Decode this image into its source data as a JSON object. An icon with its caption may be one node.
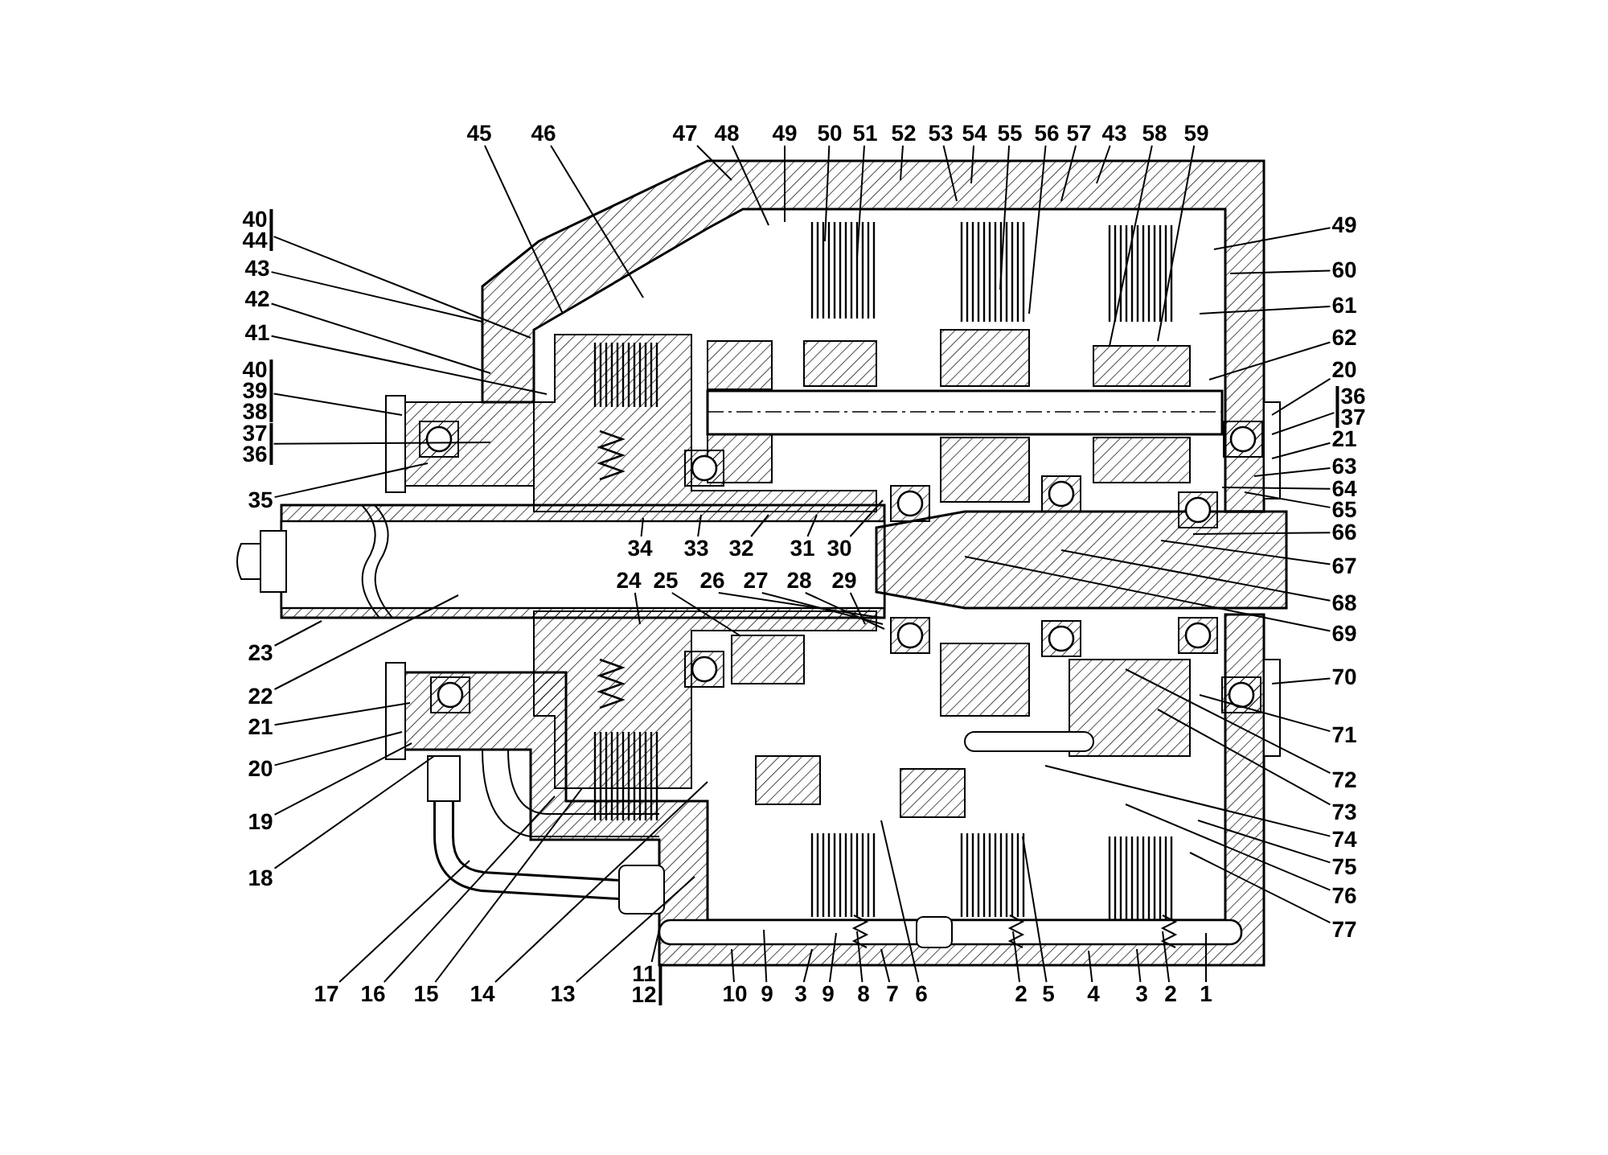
{
  "diagram": {
    "nodes": [
      {
        "text": [
          "45"
        ]
      },
      {
        "text": [
          "46"
        ]
      },
      {
        "text": [
          "47"
        ]
      },
      {
        "text": [
          "48"
        ]
      },
      {
        "text": [
          "49"
        ]
      },
      {
        "text": [
          "50"
        ]
      },
      {
        "text": [
          "51"
        ]
      },
      {
        "text": [
          "52"
        ]
      },
      {
        "text": [
          "53"
        ]
      },
      {
        "text": [
          "54"
        ]
      },
      {
        "text": [
          "55"
        ]
      },
      {
        "text": [
          "56"
        ]
      },
      {
        "text": [
          "57"
        ]
      },
      {
        "text": [
          "43"
        ]
      },
      {
        "text": [
          "58"
        ]
      },
      {
        "text": [
          "59"
        ]
      },
      {
        "text": [
          "40",
          "44"
        ]
      },
      {
        "text": [
          "43"
        ]
      },
      {
        "text": [
          "42"
        ]
      },
      {
        "text": [
          "41"
        ]
      },
      {
        "text": [
          "40",
          "39",
          "38"
        ]
      },
      {
        "text": [
          "37",
          "36"
        ]
      },
      {
        "text": [
          "35"
        ]
      },
      {
        "text": [
          "34"
        ]
      },
      {
        "text": [
          "33"
        ]
      },
      {
        "text": [
          "32"
        ]
      },
      {
        "text": [
          "31"
        ]
      },
      {
        "text": [
          "30"
        ]
      },
      {
        "text": [
          "24"
        ]
      },
      {
        "text": [
          "25"
        ]
      },
      {
        "text": [
          "26"
        ]
      },
      {
        "text": [
          "27"
        ]
      },
      {
        "text": [
          "28"
        ]
      },
      {
        "text": [
          "29"
        ]
      },
      {
        "text": [
          "23"
        ]
      },
      {
        "text": [
          "22"
        ]
      },
      {
        "text": [
          "21"
        ]
      },
      {
        "text": [
          "20"
        ]
      },
      {
        "text": [
          "19"
        ]
      },
      {
        "text": [
          "18"
        ]
      },
      {
        "text": [
          "17"
        ]
      },
      {
        "text": [
          "16"
        ]
      },
      {
        "text": [
          "15"
        ]
      },
      {
        "text": [
          "14"
        ]
      },
      {
        "text": [
          "13"
        ]
      },
      {
        "text": [
          "11",
          "12"
        ]
      },
      {
        "text": [
          "10"
        ]
      },
      {
        "text": [
          "9"
        ]
      },
      {
        "text": [
          "3"
        ]
      },
      {
        "text": [
          "9"
        ]
      },
      {
        "text": [
          "8"
        ]
      },
      {
        "text": [
          "7"
        ]
      },
      {
        "text": [
          "6"
        ]
      },
      {
        "text": [
          "2"
        ]
      },
      {
        "text": [
          "5"
        ]
      },
      {
        "text": [
          "4"
        ]
      },
      {
        "text": [
          "3"
        ]
      },
      {
        "text": [
          "2"
        ]
      },
      {
        "text": [
          "1"
        ]
      },
      {
        "text": [
          "49"
        ]
      },
      {
        "text": [
          "60"
        ]
      },
      {
        "text": [
          "61"
        ]
      },
      {
        "text": [
          "62"
        ]
      },
      {
        "text": [
          "20"
        ]
      },
      {
        "text": [
          "36",
          "37"
        ]
      },
      {
        "text": [
          "21"
        ]
      },
      {
        "text": [
          "63"
        ]
      },
      {
        "text": [
          "64"
        ]
      },
      {
        "text": [
          "65"
        ]
      },
      {
        "text": [
          "66"
        ]
      },
      {
        "text": [
          "67"
        ]
      },
      {
        "text": [
          "68"
        ]
      },
      {
        "text": [
          "69"
        ]
      },
      {
        "text": [
          "70"
        ]
      },
      {
        "text": [
          "71"
        ]
      },
      {
        "text": [
          "72"
        ]
      },
      {
        "text": [
          "73"
        ]
      },
      {
        "text": [
          "74"
        ]
      },
      {
        "text": [
          "75"
        ]
      },
      {
        "text": [
          "76"
        ]
      },
      {
        "text": [
          "77"
        ]
      }
    ],
    "edges": [
      {
        "from": 0,
        "to": null,
        "arrow": "none"
      },
      {
        "from": 1,
        "to": null,
        "arrow": "none"
      },
      {
        "from": 2,
        "to": null,
        "arrow": "none"
      },
      {
        "from": 3,
        "to": null,
        "arrow": "none"
      },
      {
        "from": 4,
        "to": null,
        "arrow": "none"
      },
      {
        "from": 5,
        "to": null,
        "arrow": "none"
      },
      {
        "from": 6,
        "to": null,
        "arrow": "none"
      },
      {
        "from": 7,
        "to": null,
        "arrow": "none"
      },
      {
        "from": 8,
        "to": null,
        "arrow": "none"
      },
      {
        "from": 9,
        "to": null,
        "arrow": "none"
      },
      {
        "from": 10,
        "to": null,
        "arrow": "none"
      },
      {
        "from": 11,
        "to": null,
        "arrow": "none"
      },
      {
        "from": 12,
        "to": null,
        "arrow": "none"
      },
      {
        "from": 13,
        "to": null,
        "arrow": "none"
      },
      {
        "from": 14,
        "to": null,
        "arrow": "none"
      },
      {
        "from": 15,
        "to": null,
        "arrow": "none"
      },
      {
        "from": 16,
        "to": null,
        "arrow": "none"
      },
      {
        "from": 17,
        "to": null,
        "arrow": "none"
      },
      {
        "from": 18,
        "to": null,
        "arrow": "none"
      },
      {
        "from": 19,
        "to": null,
        "arrow": "none"
      },
      {
        "from": 20,
        "to": null,
        "arrow": "none"
      },
      {
        "from": 21,
        "to": null,
        "arrow": "none"
      },
      {
        "from": 22,
        "to": null,
        "arrow": "none"
      },
      {
        "from": 23,
        "to": null,
        "arrow": "none"
      },
      {
        "from": 24,
        "to": null,
        "arrow": "none"
      },
      {
        "from": 25,
        "to": null,
        "arrow": "none"
      },
      {
        "from": 26,
        "to": null,
        "arrow": "none"
      },
      {
        "from": 27,
        "to": null,
        "arrow": "none"
      },
      {
        "from": 28,
        "to": null,
        "arrow": "none"
      },
      {
        "from": 29,
        "to": null,
        "arrow": "none"
      },
      {
        "from": 30,
        "to": null,
        "arrow": "none"
      },
      {
        "from": 31,
        "to": null,
        "arrow": "none"
      },
      {
        "from": 32,
        "to": null,
        "arrow": "none"
      },
      {
        "from": 33,
        "to": null,
        "arrow": "none"
      },
      {
        "from": 34,
        "to": null,
        "arrow": "none"
      },
      {
        "from": 35,
        "to": null,
        "arrow": "none"
      },
      {
        "from": 36,
        "to": null,
        "arrow": "none"
      },
      {
        "from": 37,
        "to": null,
        "arrow": "none"
      },
      {
        "from": 38,
        "to": null,
        "arrow": "none"
      },
      {
        "from": 39,
        "to": null,
        "arrow": "none"
      },
      {
        "from": 40,
        "to": null,
        "arrow": "none"
      },
      {
        "from": 41,
        "to": null,
        "arrow": "none"
      },
      {
        "from": 42,
        "to": null,
        "arrow": "none"
      },
      {
        "from": 43,
        "to": null,
        "arrow": "none"
      },
      {
        "from": 44,
        "to": null,
        "arrow": "none"
      },
      {
        "from": 45,
        "to": null,
        "arrow": "none"
      },
      {
        "from": 46,
        "to": null,
        "arrow": "none"
      },
      {
        "from": 47,
        "to": null,
        "arrow": "none"
      },
      {
        "from": 48,
        "to": null,
        "arrow": "none"
      },
      {
        "from": 49,
        "to": null,
        "arrow": "none"
      },
      {
        "from": 50,
        "to": null,
        "arrow": "none"
      },
      {
        "from": 51,
        "to": null,
        "arrow": "none"
      },
      {
        "from": 52,
        "to": null,
        "arrow": "none"
      },
      {
        "from": 53,
        "to": null,
        "arrow": "none"
      },
      {
        "from": 54,
        "to": null,
        "arrow": "none"
      },
      {
        "from": 55,
        "to": null,
        "arrow": "none"
      },
      {
        "from": 56,
        "to": null,
        "arrow": "none"
      },
      {
        "from": 57,
        "to": null,
        "arrow": "none"
      },
      {
        "from": 58,
        "to": null,
        "arrow": "none"
      },
      {
        "from": 59,
        "to": null,
        "arrow": "none"
      },
      {
        "from": 60,
        "to": null,
        "arrow": "none"
      },
      {
        "from": 61,
        "to": null,
        "arrow": "none"
      },
      {
        "from": 62,
        "to": null,
        "arrow": "none"
      },
      {
        "from": 63,
        "to": null,
        "arrow": "none"
      },
      {
        "from": 64,
        "to": null,
        "arrow": "none"
      },
      {
        "from": 65,
        "to": null,
        "arrow": "none"
      },
      {
        "from": 66,
        "to": null,
        "arrow": "none"
      },
      {
        "from": 67,
        "to": null,
        "arrow": "none"
      },
      {
        "from": 68,
        "to": null,
        "arrow": "none"
      },
      {
        "from": 69,
        "to": null,
        "arrow": "none"
      },
      {
        "from": 70,
        "to": null,
        "arrow": "none"
      },
      {
        "from": 71,
        "to": null,
        "arrow": "none"
      },
      {
        "from": 72,
        "to": null,
        "arrow": "none"
      },
      {
        "from": 73,
        "to": null,
        "arrow": "none"
      },
      {
        "from": 74,
        "to": null,
        "arrow": "none"
      },
      {
        "from": 75,
        "to": null,
        "arrow": "none"
      },
      {
        "from": 76,
        "to": null,
        "arrow": "none"
      },
      {
        "from": 77,
        "to": null,
        "arrow": "none"
      },
      {
        "from": 78,
        "to": null,
        "arrow": "none"
      },
      {
        "from": 79,
        "to": null,
        "arrow": "none"
      },
      {
        "from": 80,
        "to": null,
        "arrow": "none"
      }
    ]
  }
}
